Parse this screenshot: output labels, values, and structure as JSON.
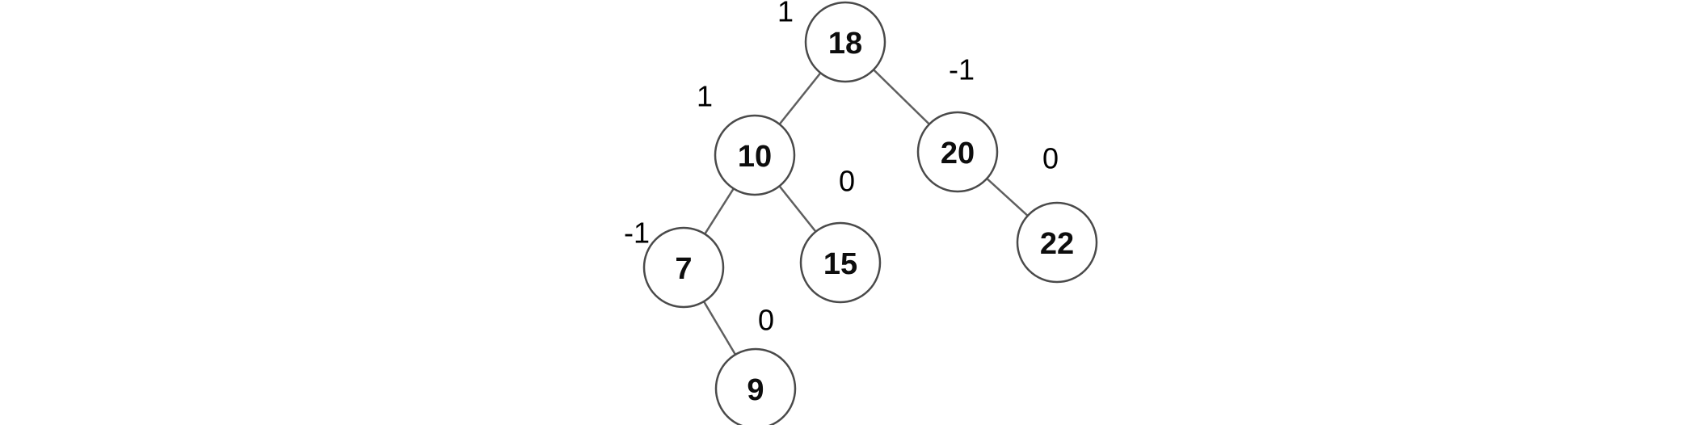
{
  "diagram": {
    "type": "avl-binary-search-tree",
    "description": "Binary search tree with balance factors annotated beside each node",
    "background_color": "#ffffff",
    "node_fill_color": "#ffffff",
    "node_stroke_color": "#4a4a4a",
    "edge_color": "#5f5f5f",
    "text_color": "#0d0d0d",
    "nodes": [
      {
        "value": "18",
        "balance": "1"
      },
      {
        "value": "10",
        "balance": "1"
      },
      {
        "value": "20",
        "balance": "-1"
      },
      {
        "value": "7",
        "balance": "-1"
      },
      {
        "value": "15",
        "balance": "0"
      },
      {
        "value": "22",
        "balance": "0"
      },
      {
        "value": "9",
        "balance": "0"
      }
    ],
    "edges": [
      {
        "parent": "18",
        "child": "10"
      },
      {
        "parent": "18",
        "child": "20"
      },
      {
        "parent": "10",
        "child": "7"
      },
      {
        "parent": "10",
        "child": "15"
      },
      {
        "parent": "7",
        "child": "9"
      },
      {
        "parent": "20",
        "child": "22"
      }
    ]
  }
}
